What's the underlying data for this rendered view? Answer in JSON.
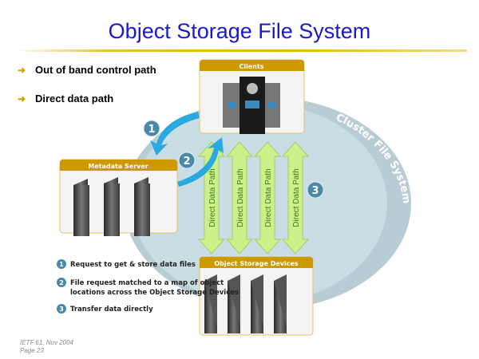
{
  "title": "Object Storage File System",
  "bullets": [
    {
      "icon": "gold-swoosh-bullet-icon",
      "text": "Out of band control path"
    },
    {
      "icon": "gold-swoosh-bullet-icon",
      "text": "Direct data path"
    }
  ],
  "diagram": {
    "clients_label": "Clients",
    "metadata_label": "Metadata Server",
    "osd_label": "Object Storage Devices",
    "cluster_label": "Cluster File System",
    "data_path_label": "Direct Data Path",
    "step_numbers": [
      "1",
      "2",
      "3"
    ],
    "legend": [
      {
        "num": "1",
        "text": "Request to get & store data files"
      },
      {
        "num": "2",
        "text": "File request matched to a map of object",
        "text2": "locations across the Object Storage Devices"
      },
      {
        "num": "3",
        "text": "Transfer data directly"
      }
    ]
  },
  "footer": {
    "line1": "IETF 61, Nov 2004",
    "line2": "Page 23"
  },
  "colors": {
    "title": "#1a1acc",
    "accent_gold": "#d4a000",
    "ellipse": "#c8dce4",
    "arrow_green": "#ccf08a"
  }
}
